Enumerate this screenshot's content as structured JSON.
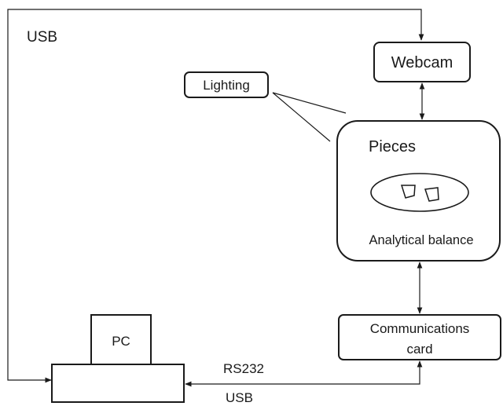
{
  "labels": {
    "usb_top": "USB",
    "webcam": "Webcam",
    "lighting": "Lighting",
    "pieces": "Pieces",
    "analytical_balance": "Analytical balance",
    "communications_card_line1": "Communications",
    "communications_card_line2": "card",
    "pc": "PC",
    "rs232": "RS232",
    "usb_bottom": "USB"
  }
}
